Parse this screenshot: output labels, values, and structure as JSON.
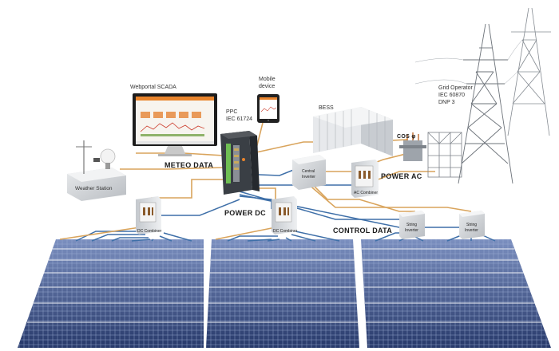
{
  "labels": {
    "webportal": "Webportal SCADA",
    "mobile_line1": "Mobile",
    "mobile_line2": "device",
    "ppc_line1": "PPC",
    "ppc_line2": "IEC 61724",
    "bess": "BESS",
    "grid_line1": "Grid Operator",
    "grid_line2": "IEC 60870",
    "grid_line3": "DNP 3",
    "cos": "COS φ",
    "meteo": "METEO DATA",
    "weather": "Weather Station",
    "central_line1": "Central",
    "central_line2": "Inverter",
    "power_ac": "POWER AC",
    "ac_combiner": "AC Combiner",
    "power_dc": "POWER DC",
    "dc_combiner_1": "DC Combiner",
    "dc_combiner_2": "DC Combiner",
    "control_data": "CONTROL DATA",
    "string_inv1_line1": "String",
    "string_inv1_line2": "Inverter",
    "string_inv2_line1": "String",
    "string_inv2_line2": "Inverter"
  },
  "colors": {
    "power_cable": "#d9a45c",
    "data_cable": "#3e6fa8",
    "panel_dark": "#2c3f6e",
    "panel_light": "#6a80b0",
    "cabinet": "#d6d9dd"
  }
}
